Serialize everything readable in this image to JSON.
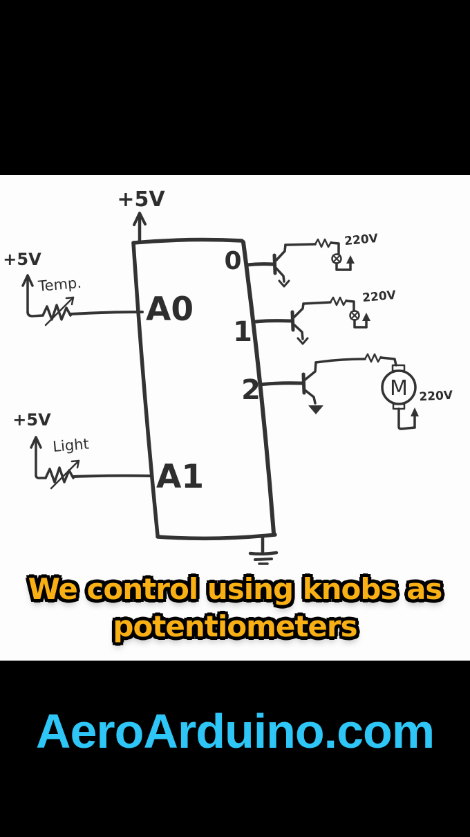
{
  "colors": {
    "background": "#000000",
    "panel": "#FDFDFD",
    "ink": "#333333",
    "caption_yellow": "#F9B014",
    "footer_cyan": "#2EC6F7"
  },
  "schematic": {
    "vcc_top": "+5V",
    "temp": {
      "vcc": "+5V",
      "label": "Temp.",
      "pin": "A0"
    },
    "light": {
      "vcc": "+5V",
      "label": "Light",
      "pin": "A1"
    },
    "outputs": [
      {
        "pin": "0",
        "voltage": "220V"
      },
      {
        "pin": "1",
        "voltage": "220V"
      },
      {
        "pin": "2",
        "voltage": "220V",
        "motor": "M"
      }
    ]
  },
  "caption": {
    "line1": "We control using knobs as",
    "line2": "potentiometers"
  },
  "footer": {
    "site": "AeroArduino.com"
  }
}
